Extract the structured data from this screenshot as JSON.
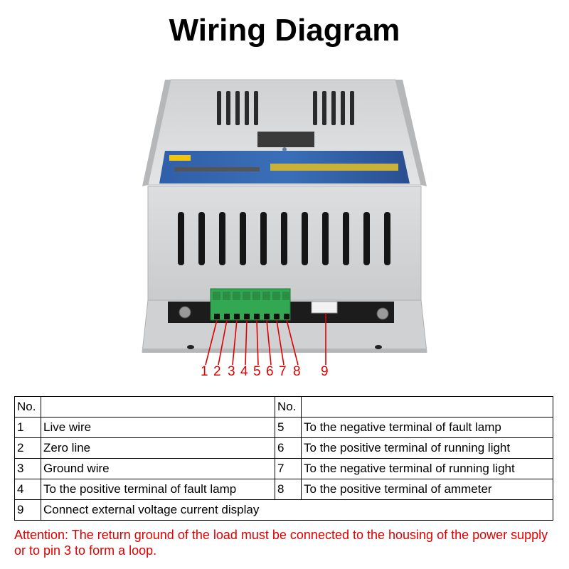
{
  "title": "Wiring Diagram",
  "pins": [
    "1",
    "2",
    "3",
    "4",
    "5",
    "6",
    "7",
    "8",
    "9"
  ],
  "table": {
    "header": {
      "no_left": "No.",
      "desc_left": "",
      "no_right": "No.",
      "desc_right": ""
    },
    "rows": [
      {
        "no_left": "1",
        "desc_left": "Live wire",
        "no_right": "5",
        "desc_right": "To the negative terminal of fault lamp"
      },
      {
        "no_left": "2",
        "desc_left": "Zero line",
        "no_right": "6",
        "desc_right": "To the positive terminal of running light"
      },
      {
        "no_left": "3",
        "desc_left": "Ground wire",
        "no_right": "7",
        "desc_right": "To the negative terminal of running light"
      },
      {
        "no_left": "4",
        "desc_left": "To the positive terminal of fault lamp",
        "no_right": "8",
        "desc_right": "To the positive terminal of ammeter"
      }
    ],
    "last_row": {
      "no": "9",
      "desc": "Connect external voltage current display"
    }
  },
  "attention": "Attention: The return ground of the load must be connected to the housing of the power supply or to pin 3 to form a loop.",
  "colors": {
    "label_red": "#e00000",
    "housing": "#d4d6d8",
    "terminal_green": "#2fa84f"
  }
}
